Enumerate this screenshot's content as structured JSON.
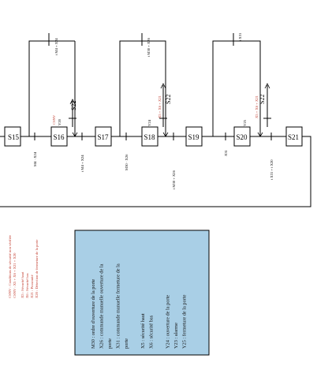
{
  "steps": {
    "s15": "S15",
    "s16": "S16",
    "s17": "S17",
    "s18": "S18",
    "s19": "S19",
    "s20": "S20",
    "s21": "S21"
  },
  "transitions": {
    "m4_x24_top": "t M4 + X24",
    "m4_x24_bottom": "M4 · X24",
    "not_m4_x24": "t M4 + X24",
    "not_m30_x26_top": "t M30 + X26",
    "m30_x26_bottom": "M30 · X26",
    "not_m30_x26": "t M30 + X26",
    "not_x31_top": "t X31",
    "x31_bottom": "X31",
    "x31_or_x20": "t X31 + t X20"
  },
  "actions": {
    "y20": "Y20",
    "csnv": "CSNV",
    "y24": "Y24",
    "y25": "Y25",
    "s22_a": "S22",
    "s22_b": "S22",
    "s22_c": "S22",
    "cond_b": "X5 + X6 + X21",
    "cond_c": "X5 + X6 + X21"
  },
  "notes": {
    "line1": "CSNV : Conditions de sécurité non vérifiée",
    "line2": "CSNV : X5 + X6 + X21 + X20",
    "line3": "X5 : Sécurité haut",
    "line4": "X6 : Sécurité bas",
    "line5": "X21 : Proximité",
    "line6": "X20 : Détection de fermeture de la porte"
  },
  "legend": [
    "M30 : ordre d'ouverture de la porte",
    "X26 : commande manuelle ouverture de la",
    "porte",
    "X31 : commande manuelle fermeture de la",
    "porte",
    "",
    "X5 : sécurité haut",
    "X6 : sécurité bas",
    "",
    "Y24 : ouverture de la porte",
    "Y23 : alarme",
    "Y25 : fermeture de la porte"
  ],
  "colors": {
    "box_fill": "#a9cfe6",
    "note_red": "#c0392b"
  }
}
